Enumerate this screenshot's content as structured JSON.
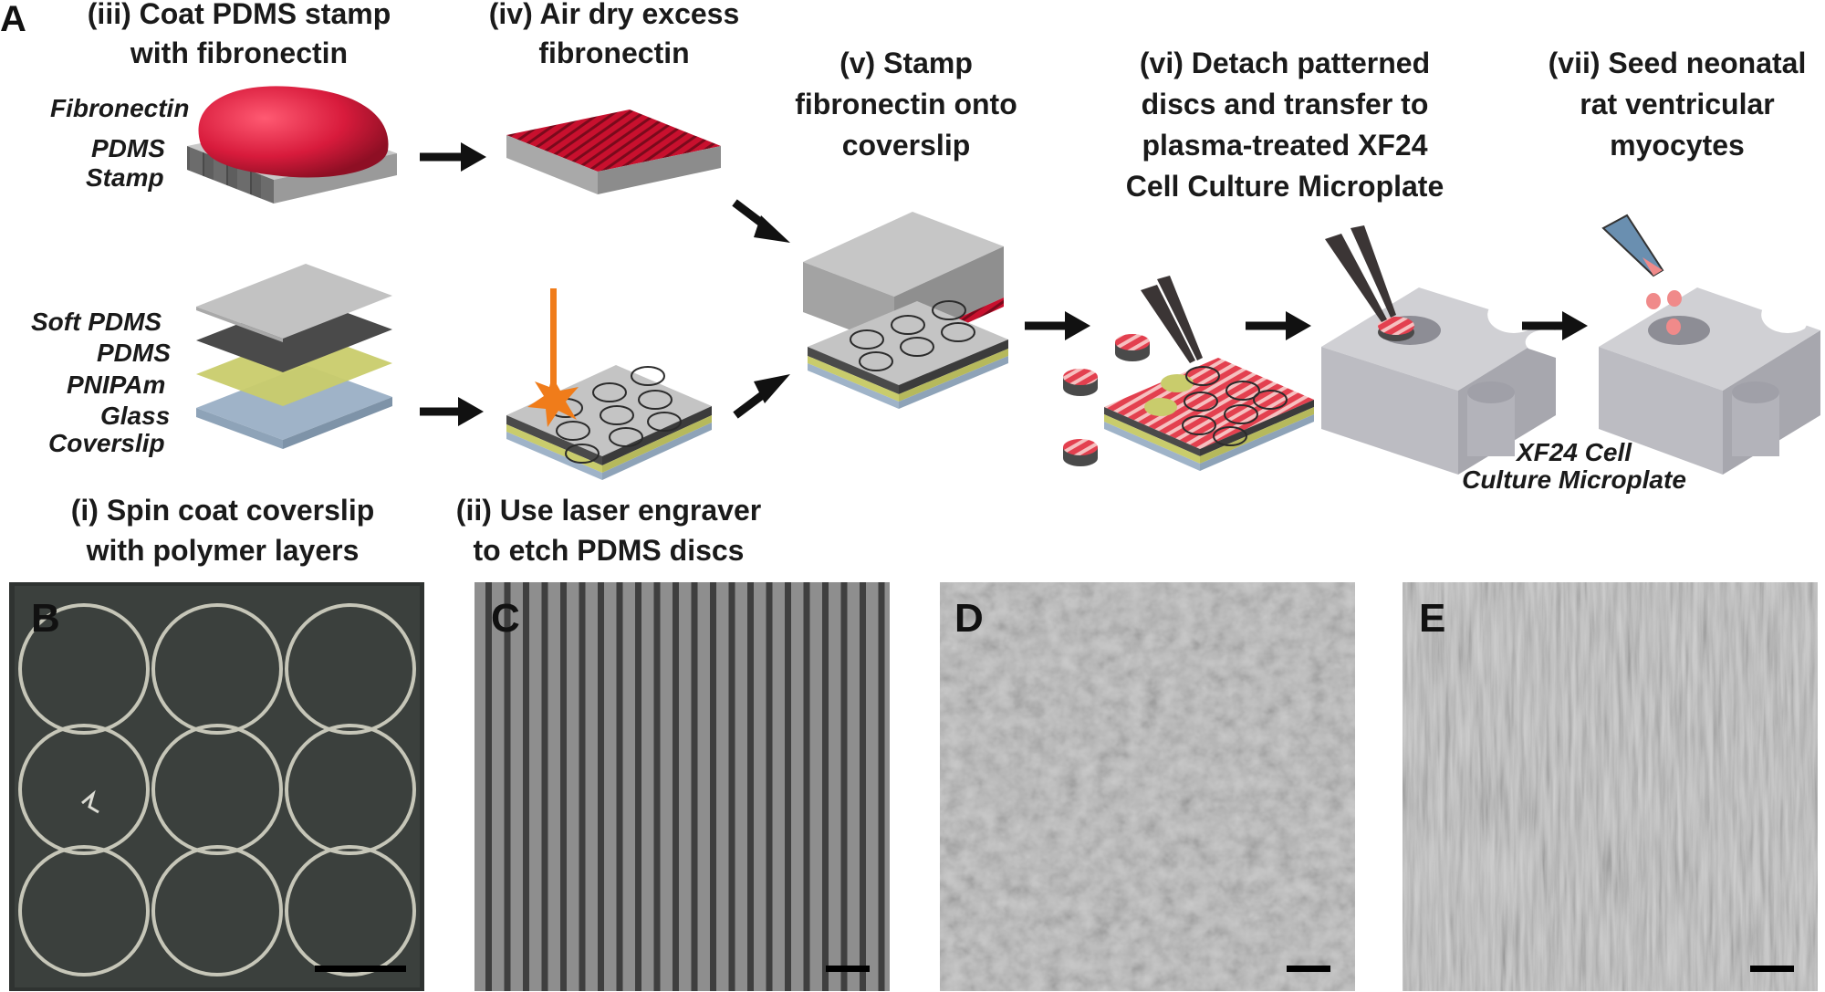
{
  "panels": {
    "a": "A",
    "b": "B",
    "c": "C",
    "d": "D",
    "e": "E"
  },
  "steps": {
    "i": [
      "(i) Spin coat coverslip",
      "with polymer layers"
    ],
    "ii": [
      "(ii) Use laser engraver",
      "to etch PDMS discs"
    ],
    "iii": [
      "(iii) Coat PDMS stamp",
      "with fibronectin"
    ],
    "iv": [
      "(iv) Air dry excess",
      "fibronectin"
    ],
    "v": [
      "(v) Stamp",
      "fibronectin onto",
      "coverslip"
    ],
    "vi": [
      "(vi) Detach patterned",
      "discs and transfer to",
      "plasma-treated XF24",
      "Cell Culture Microplate"
    ],
    "vii": [
      "(vii) Seed neonatal",
      "rat ventricular",
      "myocytes"
    ]
  },
  "labels": {
    "fibronectin": "Fibronectin",
    "pdms_stamp": [
      "PDMS",
      "Stamp"
    ],
    "layers": [
      "Soft PDMS",
      "PDMS",
      "PNIPAm",
      "Glass",
      "Coverslip"
    ],
    "plate": [
      "XF24 Cell",
      "Culture Microplate"
    ]
  },
  "colors": {
    "fibronectin": "#d81b3c",
    "pdms_gray": "#b9b9b9",
    "pdms_dark": "#4a4a4a",
    "pnipam": "#c9cc6c",
    "glass": "#9fb3c8",
    "laser": "#f07c1a",
    "cell_pink": "#f08a8a"
  }
}
